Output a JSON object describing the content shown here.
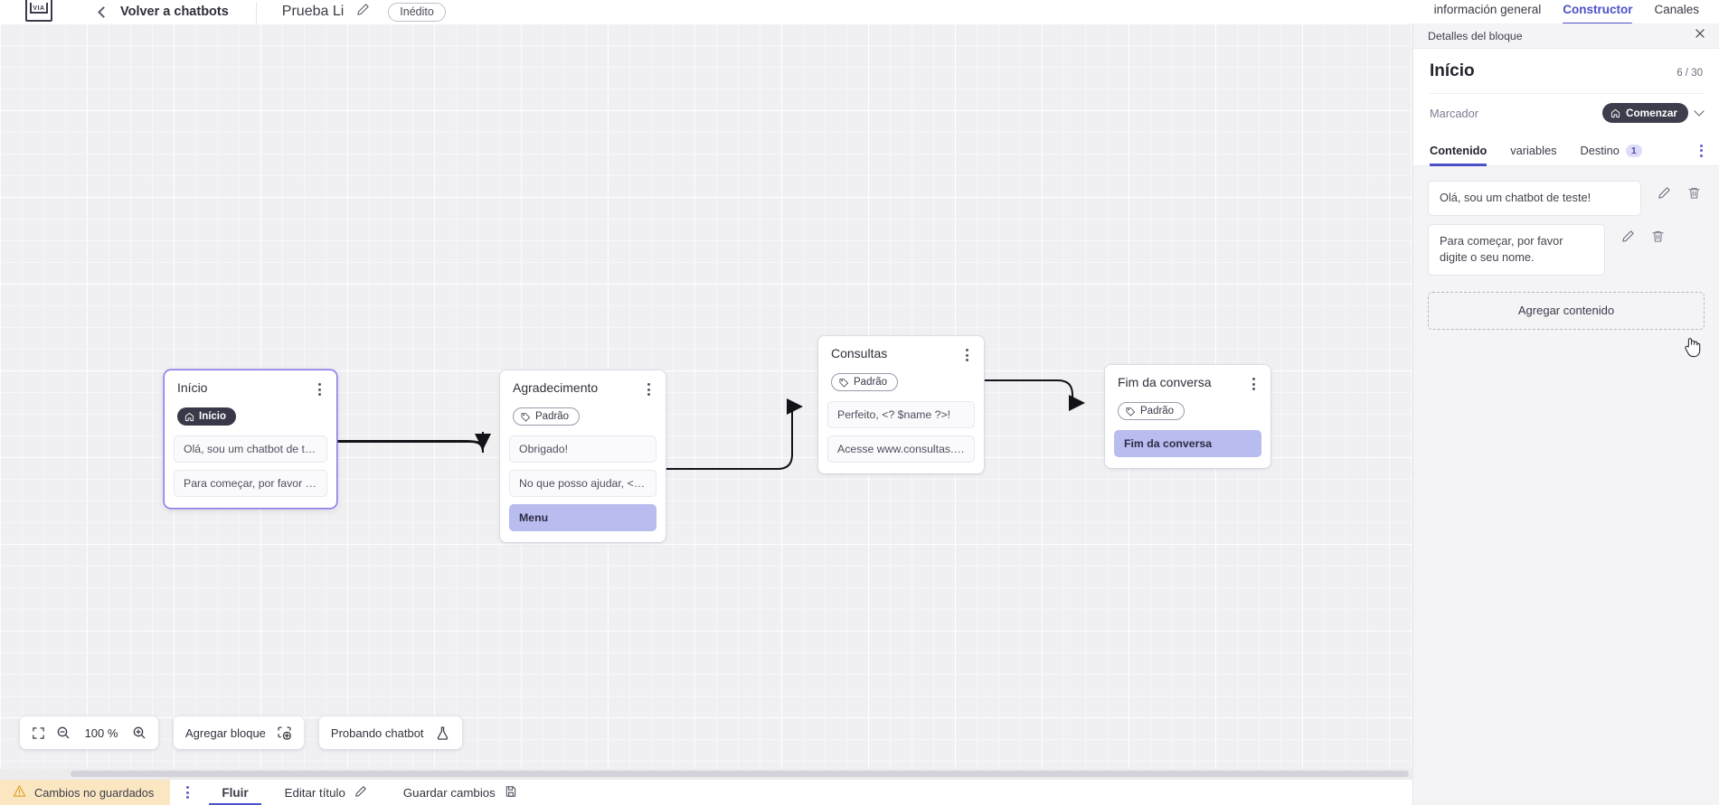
{
  "topbar": {
    "logo_text": "VIA",
    "back_label": "Volver a chatbots",
    "bot_title": "Prueba Li",
    "status_badge": "Inédito"
  },
  "right_tabs": [
    {
      "label": "información general",
      "active": false
    },
    {
      "label": "Constructor",
      "active": true
    },
    {
      "label": "Canales",
      "active": false
    }
  ],
  "canvas": {
    "nodes": [
      {
        "title": "Início",
        "badge": "Início",
        "badge_type": "start",
        "messages": [
          {
            "text": "Olá, sou um chatbot de teste!",
            "action": false
          },
          {
            "text": "Para começar, por favor digite o ...",
            "action": false
          }
        ]
      },
      {
        "title": "Agradecimento",
        "badge": "Padrão",
        "badge_type": "default",
        "messages": [
          {
            "text": "Obrigado!",
            "action": false
          },
          {
            "text": "No que posso ajudar, <? $name ...",
            "action": false
          },
          {
            "text": "Menu",
            "action": true
          }
        ]
      },
      {
        "title": "Consultas",
        "badge": "Padrão",
        "badge_type": "default",
        "messages": [
          {
            "text": "Perfeito, <? $name ?>!",
            "action": false
          },
          {
            "text": "Acesse www.consultas.com par...",
            "action": false
          }
        ]
      },
      {
        "title": "Fim da conversa",
        "badge": "Padrão",
        "badge_type": "default",
        "messages": [
          {
            "text": "Fim da conversa",
            "action": true
          }
        ]
      }
    ]
  },
  "toolbar": {
    "zoom_value": "100 %",
    "fit_icon": "fit-screen-icon",
    "zoom_out_icon": "zoom-out-icon",
    "zoom_in_icon": "zoom-in-icon",
    "add_block_label": "Agregar bloque",
    "add_block_icon": "add-block-icon",
    "test_chatbot_label": "Probando chatbot",
    "test_chatbot_icon": "flask-icon"
  },
  "statusbar": {
    "unsaved_label": "Cambios no guardados",
    "warning_icon": "warning-triangle-icon",
    "flow_tab": "Fluir",
    "edit_title_label": "Editar título",
    "edit_title_icon": "pencil-icon",
    "save_label": "Guardar cambios",
    "save_icon": "save-disk-icon"
  },
  "panel": {
    "header_title": "Detalles del bloque",
    "close_icon": "close-icon",
    "block_title": "Início",
    "count": "6 / 30",
    "marcador_label": "Marcador",
    "marcador_chip": "Comenzar",
    "marcador_chip_icon": "home-icon",
    "marcador_chevron_icon": "chevron-down-icon",
    "tabs": [
      {
        "label": "Contenido",
        "badge": "",
        "active": true
      },
      {
        "label": "variables",
        "badge": "",
        "active": false
      },
      {
        "label": "Destino",
        "badge": "1",
        "active": false
      }
    ],
    "contents": [
      {
        "text": "Olá, sou um chatbot de teste!",
        "edit_icon": "pencil-icon",
        "delete_icon": "trash-icon"
      },
      {
        "text": "Para começar, por favor digite o seu nome.",
        "edit_icon": "pencil-icon",
        "delete_icon": "trash-icon"
      }
    ],
    "add_content_label": "Agregar contenido"
  },
  "colors": {
    "accent": "#4d51c7",
    "action_item": "#b9bcee",
    "start_badge": "#383848",
    "warning_bg": "#fbe6c2",
    "canvas_bg": "#f0f0f3"
  }
}
